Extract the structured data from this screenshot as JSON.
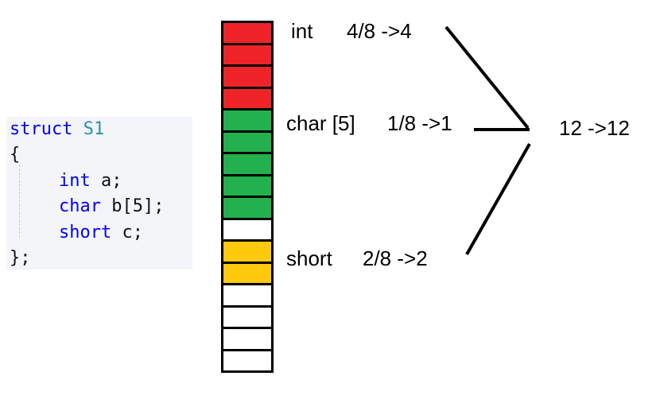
{
  "code": {
    "lines": [
      {
        "kw": "struct",
        "name": "S1"
      },
      {
        "text": "{"
      },
      {
        "kw": "int",
        "rest": " a;"
      },
      {
        "kw": "char",
        "rest": " b[5];"
      },
      {
        "kw": "short",
        "rest": " c;"
      },
      {
        "text": "};"
      }
    ]
  },
  "memory": {
    "cells": [
      "red",
      "red",
      "red",
      "red",
      "green",
      "green",
      "green",
      "green",
      "green",
      "empty",
      "yellow",
      "yellow",
      "empty",
      "empty",
      "empty",
      "empty"
    ],
    "colors": {
      "red": "#ee2428",
      "green": "#22b14c",
      "yellow": "#ffc90e",
      "empty": "#ffffff"
    }
  },
  "annotations": {
    "int_type": "int",
    "int_calc": "4/8 ->4",
    "char_type": "char [5]",
    "char_calc": "1/8 ->1",
    "short_type": "short",
    "short_calc": "2/8 ->2",
    "result": "12 ->12"
  }
}
